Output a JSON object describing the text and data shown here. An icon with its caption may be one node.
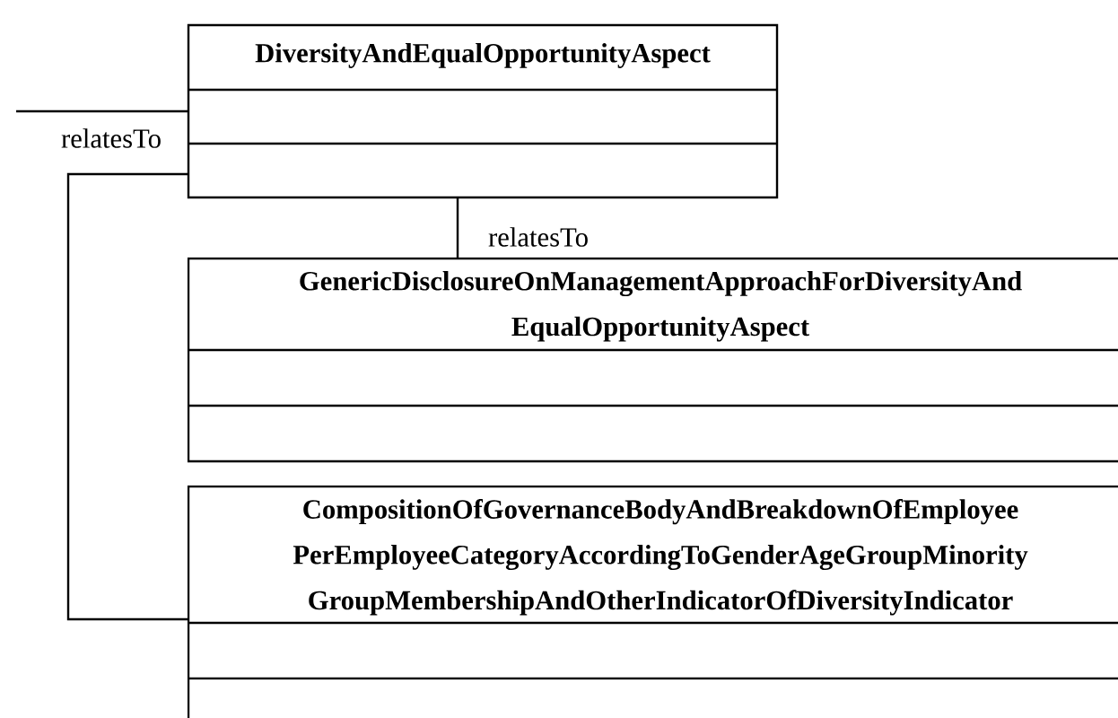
{
  "diagram": {
    "nodes": [
      {
        "text": [
          "DiversityAndEqualOpportunityAspect"
        ]
      },
      {
        "text": [
          "GenericDisclosureOnManagementApproachForDiversityAnd EqualOpportunityAspect"
        ]
      },
      {
        "text": [
          "CompositionOfGovernanceBodyAndBreakdownOfEmployee PerEmployeeCategoryAccordingToGenderAgeGroupMinority GroupMembershipAndOtherIndicatorOfDiversityIndicator"
        ]
      }
    ],
    "edges": [
      {
        "from": null,
        "to": 0,
        "arrow": "none",
        "label": "relatesTo"
      },
      {
        "from": 0,
        "to": 1,
        "arrow": "none",
        "label": "relatesTo"
      },
      {
        "from": 0,
        "to": 2,
        "arrow": "none"
      }
    ]
  }
}
